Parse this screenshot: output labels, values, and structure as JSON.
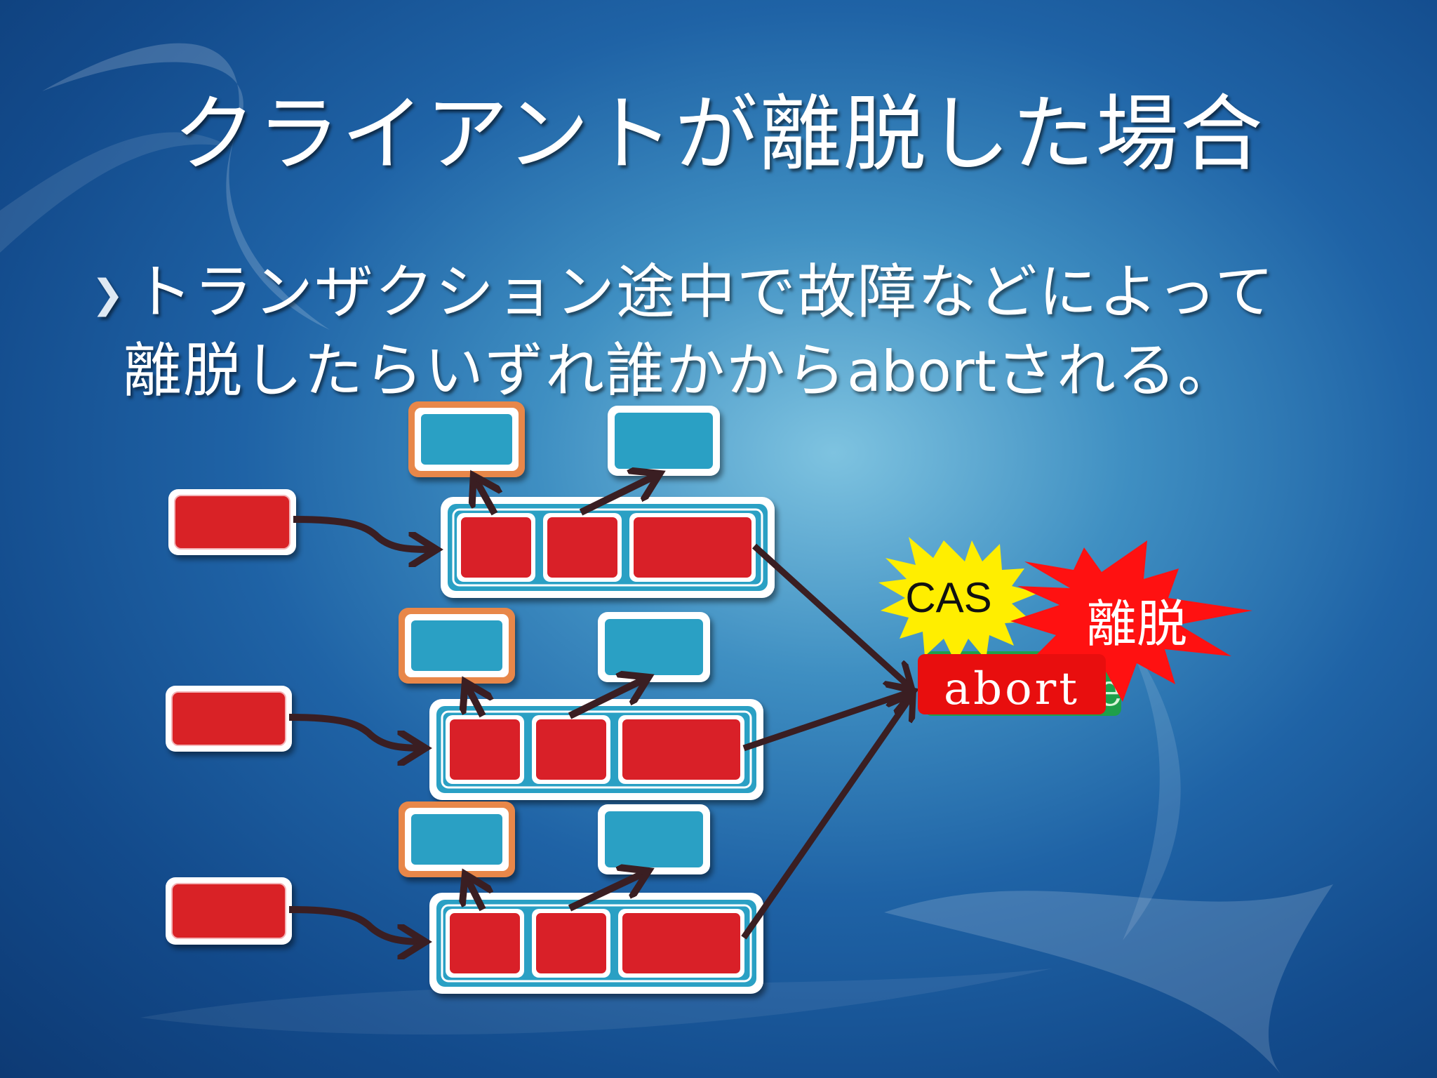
{
  "slide": {
    "title": "クライアントが離脱した場合",
    "bullet": {
      "line1": "トランザクション途中で故障などによって",
      "line2_prefix": "離脱したらいずれ誰かから",
      "line2_keyword": "abort",
      "line2_suffix": "される。"
    }
  },
  "diagram": {
    "labels": {
      "cas": "CAS",
      "ridatsu": "離脱",
      "abort": "abort",
      "hidden_glyph": "e"
    },
    "colors": {
      "red_box": "#d92028",
      "blue_box": "#2aa0c4",
      "orange_frame": "#e8874a",
      "arrow": "#3a1e22",
      "cas_burst": "#ffee00",
      "ridatsu_burst": "#ff1111",
      "abort_box": "#e80e0e",
      "green_box": "#1f9f4a"
    },
    "rows": 3
  }
}
